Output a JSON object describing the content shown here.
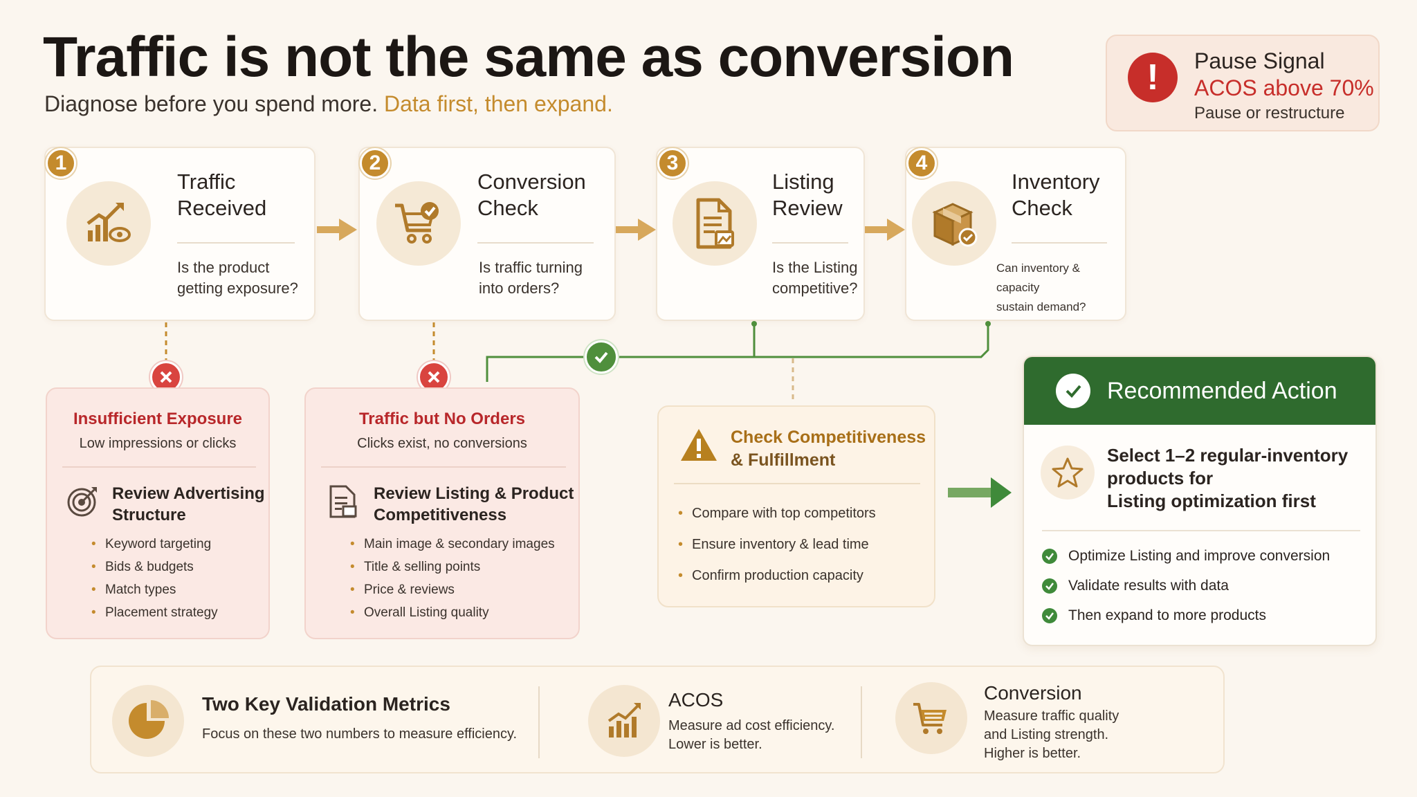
{
  "header": {
    "title": "Traffic is not the same as conversion",
    "subtitle_main": "Diagnose before you spend more.",
    "subtitle_accent": "Data first, then expand."
  },
  "pause_signal": {
    "icon": "exclamation-icon",
    "title": "Pause Signal",
    "metric": "ACOS above 70%",
    "action": "Pause or restructure"
  },
  "steps": [
    {
      "number": "1",
      "title_line1": "Traffic",
      "title_line2": "Received",
      "question_line1": "Is the product",
      "question_line2": "getting exposure?",
      "icon": "traffic-chart-icon"
    },
    {
      "number": "2",
      "title_line1": "Conversion",
      "title_line2": "Check",
      "question_line1": "Is traffic turning",
      "question_line2": "into orders?",
      "icon": "cart-check-icon"
    },
    {
      "number": "3",
      "title_line1": "Listing",
      "title_line2": "Review",
      "question_line1": "Is the Listing",
      "question_line2": "competitive?",
      "icon": "document-icon"
    },
    {
      "number": "4",
      "title_line1": "Inventory",
      "title_line2": "Check",
      "question_line1": "Can inventory & capacity",
      "question_line2": "sustain demand?",
      "icon": "box-icon"
    }
  ],
  "problems": [
    {
      "title": "Insufficient Exposure",
      "subtitle": "Low impressions or clicks",
      "heading_line1": "Review Advertising",
      "heading_line2": "Structure",
      "icon": "target-icon",
      "bullets": [
        "Keyword targeting",
        "Bids & budgets",
        "Match types",
        "Placement strategy"
      ]
    },
    {
      "title": "Traffic but No Orders",
      "subtitle": "Clicks exist, no conversions",
      "heading_line1": "Review Listing & Product",
      "heading_line2": "Competitiveness",
      "icon": "document-icon",
      "bullets": [
        "Main image & secondary images",
        "Title & selling points",
        "Price & reviews",
        "Overall Listing quality"
      ]
    }
  ],
  "check_card": {
    "title_line1": "Check Competitiveness",
    "title_line2": "& Fulfillment",
    "icon": "warning-icon",
    "bullets": [
      "Compare with top competitors",
      "Ensure inventory & lead time",
      "Confirm production capacity"
    ]
  },
  "recommended": {
    "title": "Recommended Action",
    "main_line1": "Select 1–2 regular-inventory",
    "main_line2": "products for",
    "main_line3": "Listing optimization first",
    "icon": "star-icon",
    "items": [
      "Optimize Listing and improve conversion",
      "Validate results with data",
      "Then expand to more products"
    ]
  },
  "metrics": {
    "title": "Two Key Validation Metrics",
    "subtitle": "Focus on these two numbers to measure efficiency.",
    "acos": {
      "title": "ACOS",
      "line1": "Measure ad cost efficiency.",
      "line2": "Lower is better."
    },
    "conversion": {
      "title": "Conversion",
      "line1": "Measure traffic quality",
      "line2": "and Listing strength.",
      "line3": "Higher is better."
    }
  },
  "colors": {
    "accent_gold": "#c48b2d",
    "danger_red": "#c72e2a",
    "success_green": "#2f6b2e",
    "background": "#fbf6ef"
  }
}
